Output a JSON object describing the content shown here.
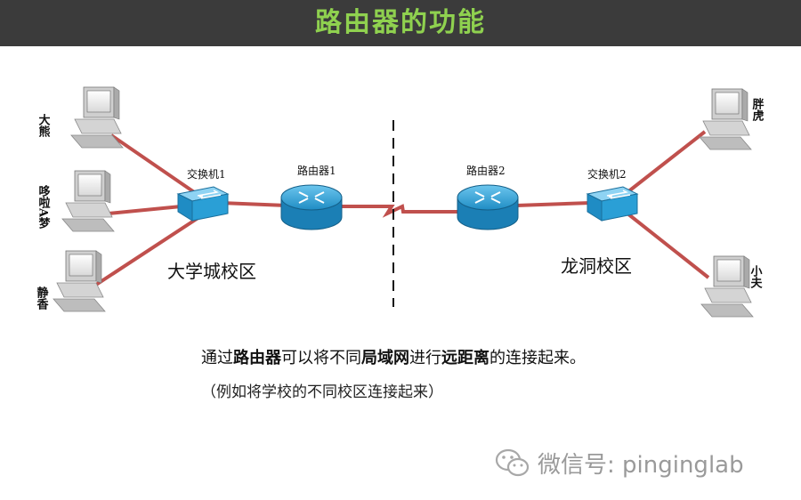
{
  "title": "路由器的功能",
  "colors": {
    "title_bg": "#3b3b3b",
    "title_text": "#8fd14f",
    "link": "#c0504d",
    "device_blue": "#2a9fd6",
    "pc_body": "#c8c8c8"
  },
  "labels": {
    "pc_daxiong": "大熊",
    "pc_doraemon": "哆啦A梦",
    "pc_jingxiang": "静香",
    "pc_panghu": "胖虎",
    "pc_xiaofu": "小夫",
    "switch1": "交换机1",
    "switch2": "交换机2",
    "router1": "路由器1",
    "router2": "路由器2",
    "campus1": "大学城校区",
    "campus2": "龙洞校区"
  },
  "caption": {
    "p1": "通过",
    "b1": "路由器",
    "p2": "可以将不同",
    "b2": "局域网",
    "p3": "进行",
    "b3": "远距离",
    "p4": "的连接起来。",
    "note": "（例如将学校的不同校区连接起来）"
  },
  "watermark": {
    "text": "微信号: pinginglab",
    "icon": "wechat-icon"
  }
}
